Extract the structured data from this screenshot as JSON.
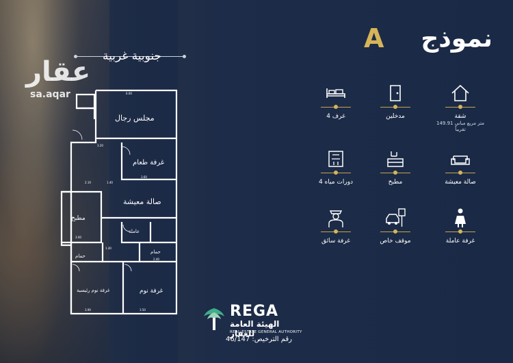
{
  "watermark": {
    "brand": "عقار",
    "url": "sa.aqar"
  },
  "orientation": "جنوبية غربية",
  "model": {
    "title": "نموذج",
    "letter": "A"
  },
  "plan_rooms": {
    "majlis": "مجلس رجال",
    "dining": "غرفة طعام",
    "living": "صالة معيشة",
    "kitchen": "مطبخ",
    "maid": "عاملة",
    "master_bedroom": "غرفة نوم رئيسية",
    "bedroom": "غرفة نوم",
    "bathroom": "حمام",
    "bathroom2": "حمام"
  },
  "features": [
    {
      "icon": "house-icon",
      "label": "شقة",
      "sub": "149.91 متر مربع مباني",
      "sub2": "تقريباً"
    },
    {
      "icon": "door-icon",
      "label": "مدخلين",
      "sub": "",
      "sub2": ""
    },
    {
      "icon": "bed-icon",
      "label": "4 غرف",
      "sub": "",
      "sub2": ""
    },
    {
      "icon": "sofa-icon",
      "label": "صالة معيشة",
      "sub": "",
      "sub2": ""
    },
    {
      "icon": "kitchen-icon",
      "label": "مطبخ",
      "sub": "",
      "sub2": ""
    },
    {
      "icon": "washroom-icon",
      "label": "4 دورات مياه",
      "sub": "",
      "sub2": ""
    },
    {
      "icon": "maid-icon",
      "label": "غرفة عاملة",
      "sub": "",
      "sub2": ""
    },
    {
      "icon": "parking-icon",
      "label": "موقف خاص",
      "sub": "",
      "sub2": ""
    },
    {
      "icon": "driver-icon",
      "label": "غرفة سائق",
      "sub": "",
      "sub2": ""
    }
  ],
  "logo": {
    "name": "REGA",
    "arabic": "الهيئة العامة للعقار",
    "english": "REAL ESTATE GENERAL AUTHORITY"
  },
  "license": "رقم الترخيص: 46/147",
  "colors": {
    "background": "#1b2a46",
    "accent": "#d6b45a",
    "text": "#ffffff"
  }
}
